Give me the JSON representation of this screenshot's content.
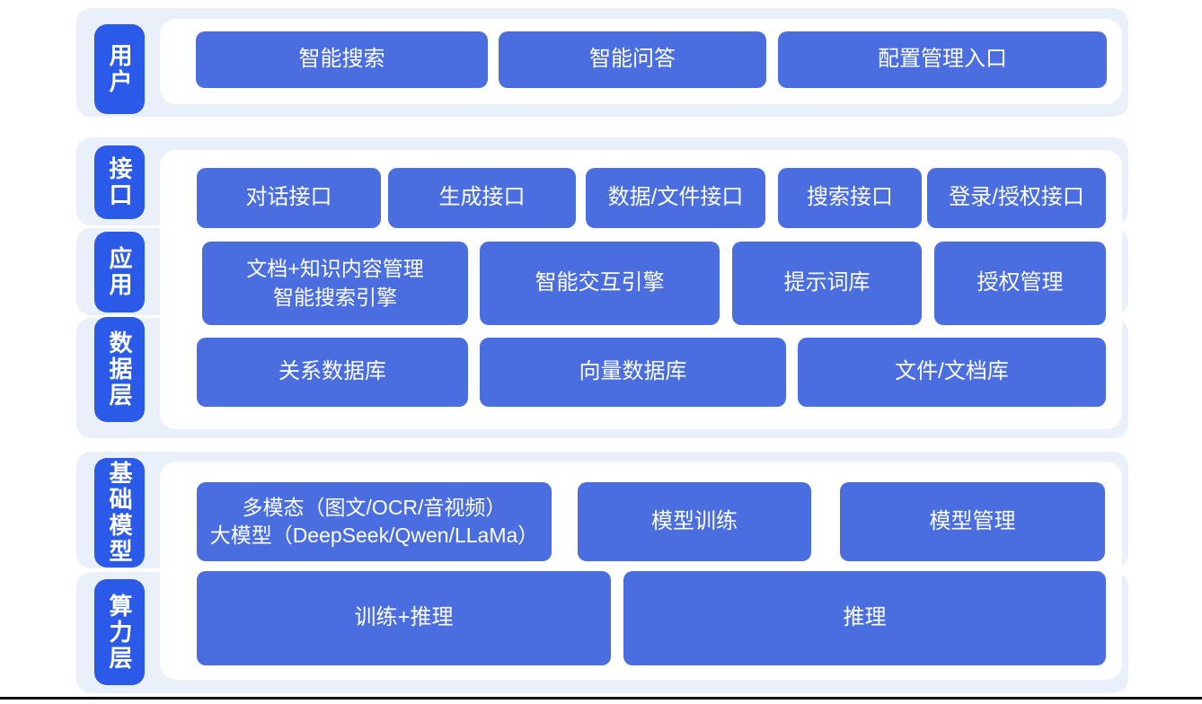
{
  "colors": {
    "page_bg": "#ffffff",
    "band_bg": "#EAF0F9",
    "label_bg": "#2B59E8",
    "button_bg": "#4A6EE0",
    "button_text": "#ffffff",
    "bottom_rule": "#111111"
  },
  "layers": {
    "user": {
      "label": "用户",
      "buttons": {
        "search": "智能搜索",
        "qa": "智能问答",
        "config": "配置管理入口"
      }
    },
    "interface": {
      "label": "接口",
      "buttons": {
        "dialog": "对话接口",
        "generate": "生成接口",
        "data_file": "数据/文件接口",
        "search": "搜索接口",
        "login_auth": "登录/授权接口"
      }
    },
    "application": {
      "label": "应用",
      "buttons": {
        "doc_km": "文档+知识内容管理\n智能搜索引擎",
        "interaction": "智能交互引擎",
        "prompt_lib": "提示词库",
        "auth_mgmt": "授权管理"
      }
    },
    "data": {
      "label": "数据层",
      "buttons": {
        "relational": "关系数据库",
        "vector": "向量数据库",
        "file_doc": "文件/文档库"
      }
    },
    "foundation": {
      "label": "基础模型",
      "buttons": {
        "multimodal": "多模态（图文/OCR/音视频）\n大模型（DeepSeek/Qwen/LLaMa）",
        "training": "模型训练",
        "mgmt": "模型管理"
      }
    },
    "compute": {
      "label": "算力层",
      "buttons": {
        "train_infer": "训练+推理",
        "infer": "推理"
      }
    }
  }
}
